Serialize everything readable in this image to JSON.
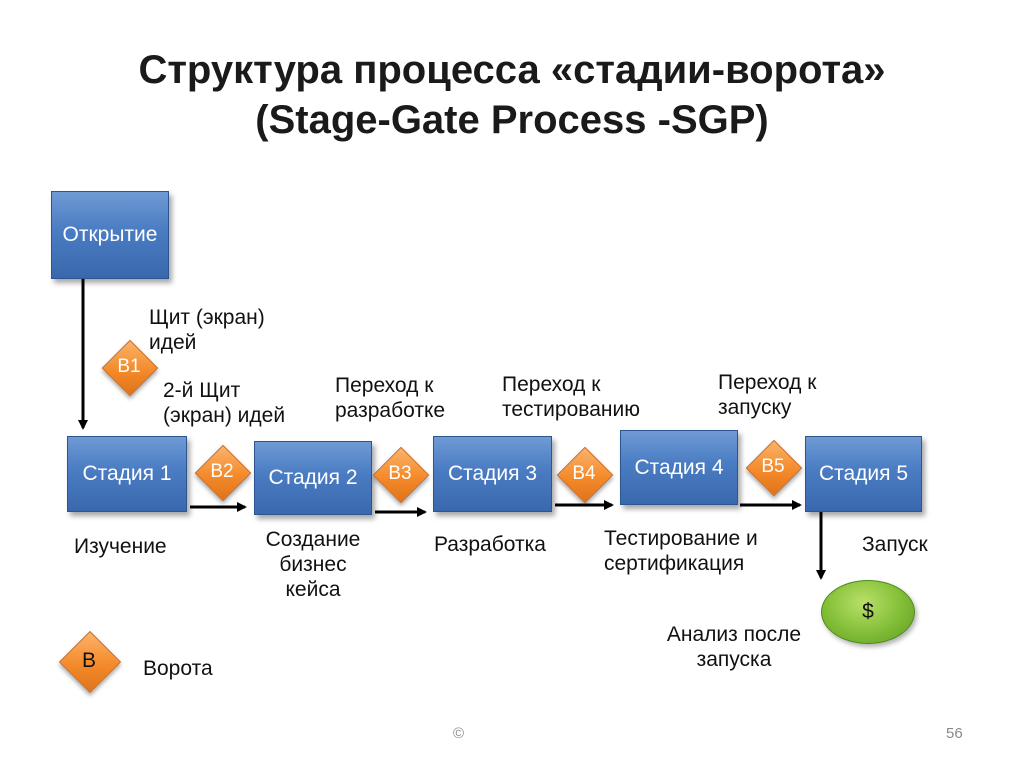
{
  "title": {
    "line1": "Структура процесса «стадии-ворота»",
    "line2": "(Stage-Gate Process -SGP)"
  },
  "boxes": {
    "discovery": "Открытие",
    "stage1": "Стадия 1",
    "stage2": "Стадия 2",
    "stage3": "Стадия 3",
    "stage4": "Стадия 4",
    "stage5": "Стадия 5"
  },
  "gates": {
    "b1": "B1",
    "b2": "B2",
    "b3": "B3",
    "b4": "B4",
    "b5": "B5",
    "legend": "B"
  },
  "gate_labels": {
    "b1": "Щит (экран)\nидей",
    "b2": "2-й Щит\n(экран) идей",
    "b3": "Переход к\nразработке",
    "b4": "Переход к\nтестированию",
    "b5": "Переход к\nзапуску"
  },
  "stage_labels": {
    "stage1": "Изучение",
    "stage2": "Создание\nбизнес\nкейса",
    "stage3": "Разработка",
    "stage4": "Тестирование и\nсертификация",
    "stage5": "Запуск"
  },
  "post_launch": {
    "symbol": "$",
    "label": "Анализ после\nзапуска"
  },
  "legend": {
    "label": "Ворота"
  },
  "footer": {
    "copyright": "©",
    "page_number": "56"
  },
  "colors": {
    "stage_box": "#4a7cc3",
    "gate": "#f48a2a",
    "coin": "#86c13a"
  }
}
